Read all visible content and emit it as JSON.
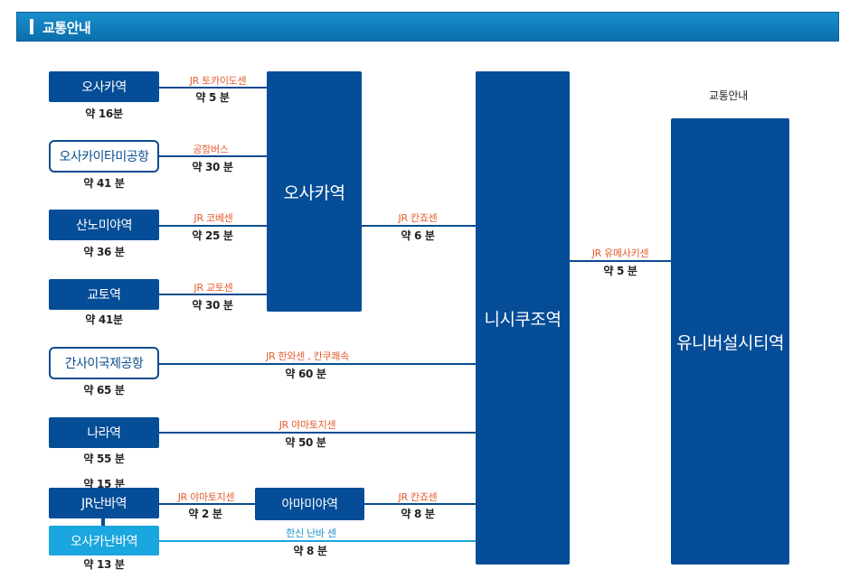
{
  "header": {
    "title": "교통안내"
  },
  "sources": [
    {
      "name": "오사카역",
      "time": "약 16분"
    },
    {
      "name": "오사카이타미공항",
      "time": "약 41 분"
    },
    {
      "name": "산노미야역",
      "time": "약 36 분"
    },
    {
      "name": "교토역",
      "time": "약 41분"
    },
    {
      "name": "간사이국제공항",
      "time": "약 65 분"
    },
    {
      "name": "나라역",
      "time": "약 55 분"
    },
    {
      "name": "JR난바역",
      "time": "약 15 분"
    },
    {
      "name": "오사카난바역",
      "time": "약 13 분"
    }
  ],
  "connections": [
    {
      "route": "JR 토카이도센",
      "duration": "약 5 분"
    },
    {
      "route": "공항버스",
      "duration": "약 30 분"
    },
    {
      "route": "JR 코베센",
      "duration": "약 25 분"
    },
    {
      "route": "JR 교토센",
      "duration": "약 30 분"
    },
    {
      "route": "JR 칸죠센",
      "duration": "약 6 분"
    },
    {
      "route": "JR 한와센 , 칸쿠쾌속",
      "duration": "약 60 분"
    },
    {
      "route": "JR 야마토지센",
      "duration": "약 50 분"
    },
    {
      "route": "JR 야마토지센",
      "duration": "약 2 분"
    },
    {
      "route": "JR 칸죠센",
      "duration": "약 8 분"
    },
    {
      "route": "한신 난바 센",
      "duration": "약 8 분"
    },
    {
      "route": "JR 유메사키센",
      "duration": "약 5 분"
    }
  ],
  "hubs": {
    "osaka": "오사카역",
    "nishikujo": "니시쿠조역",
    "amami": "아마미야역",
    "universal": "유니버설시티역"
  },
  "universal_caption": "교통안내",
  "colors": {
    "dark_blue": "#054d97",
    "cyan": "#1aa6de",
    "route_orange": "#e55b2d",
    "route_blue": "#1a8fcc"
  }
}
